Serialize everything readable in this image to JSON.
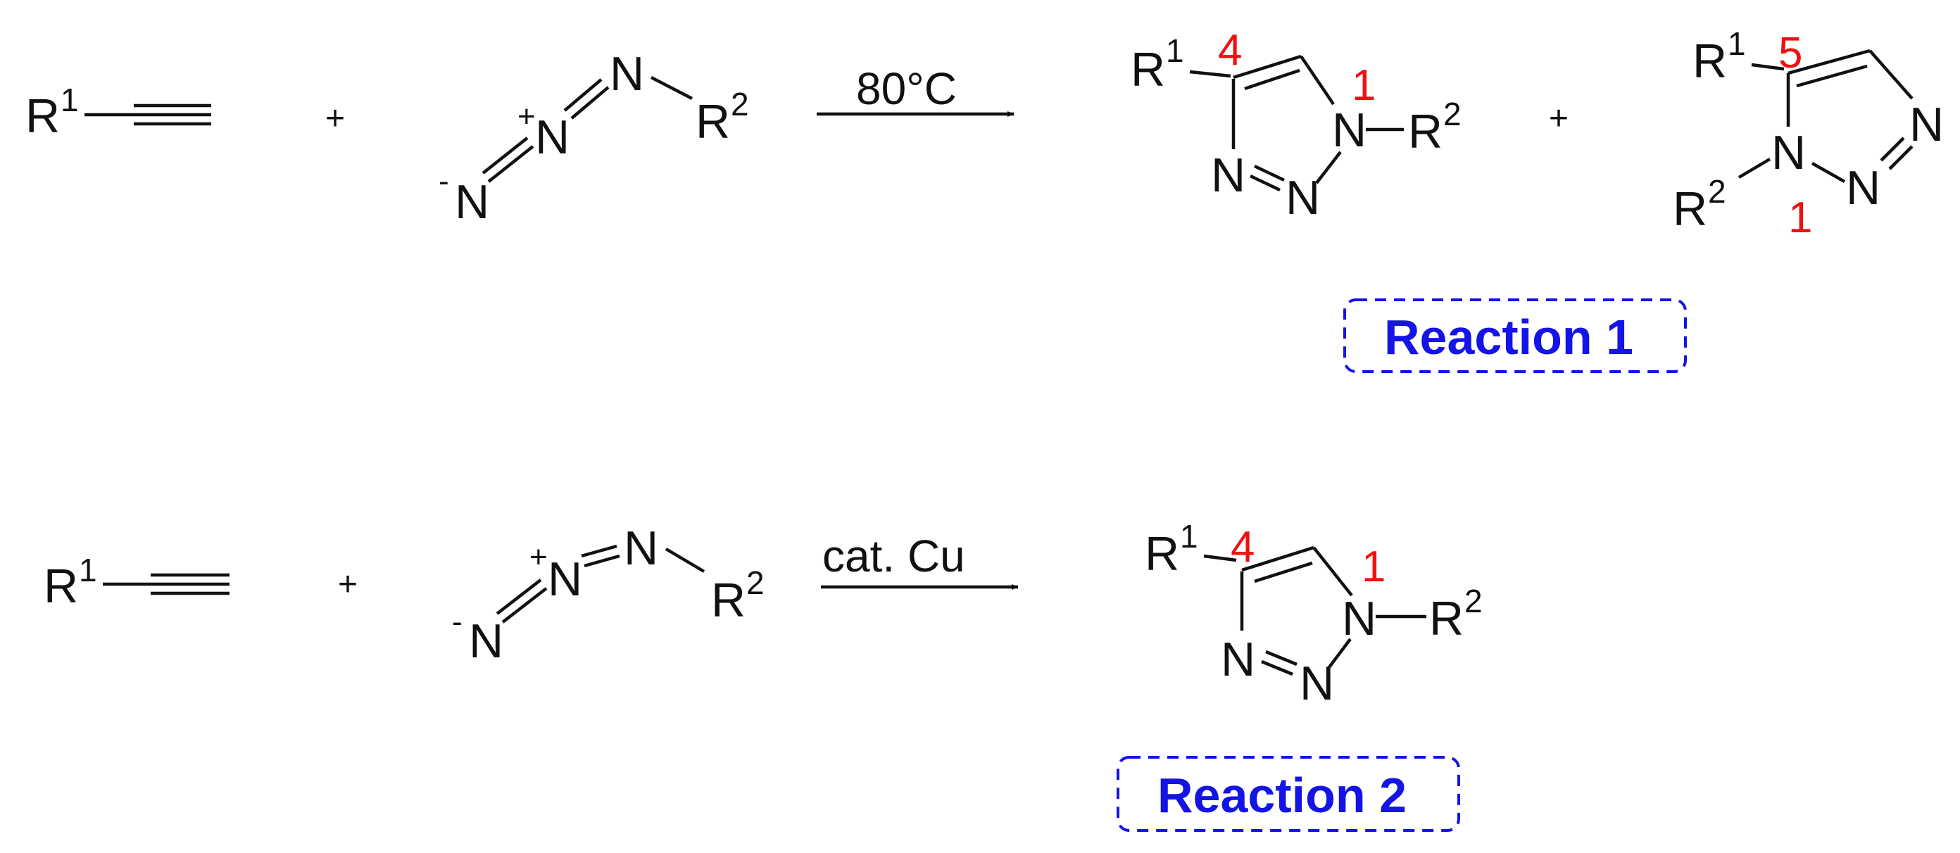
{
  "colors": {
    "structure": "#111111",
    "locant": "#ee1111",
    "label": "#1414e6"
  },
  "reaction1": {
    "alkyne": {
      "r": "R",
      "r_sup": "1"
    },
    "plus_a": "+",
    "azide": {
      "n_terminal": "N",
      "n_terminal_charge": "-",
      "n_center": "N",
      "n_center_charge": "+",
      "n_inner": "N",
      "r": "R",
      "r_sup": "2"
    },
    "arrow_condition": "80°C",
    "product_14": {
      "r1": "R",
      "r1_sup": "1",
      "locant_c": "4",
      "n1": "N",
      "locant_n": "1",
      "r2": "R",
      "r2_sup": "2",
      "n3": "N",
      "n2": "N"
    },
    "plus_b": "+",
    "product_15": {
      "r1": "R",
      "r1_sup": "1",
      "locant_c": "5",
      "n3": "N",
      "n2": "N",
      "n1": "N",
      "locant_n": "1",
      "r2": "R",
      "r2_sup": "2"
    },
    "label": "Reaction 1"
  },
  "reaction2": {
    "alkyne": {
      "r": "R",
      "r_sup": "1"
    },
    "plus_a": "+",
    "azide": {
      "n_terminal": "N",
      "n_terminal_charge": "-",
      "n_center": "N",
      "n_center_charge": "+",
      "n_inner": "N",
      "r": "R",
      "r_sup": "2"
    },
    "arrow_condition": "cat. Cu",
    "product_14": {
      "r1": "R",
      "r1_sup": "1",
      "locant_c": "4",
      "n1": "N",
      "locant_n": "1",
      "r2": "R",
      "r2_sup": "2",
      "n3": "N",
      "n2": "N"
    },
    "label": "Reaction 2"
  }
}
